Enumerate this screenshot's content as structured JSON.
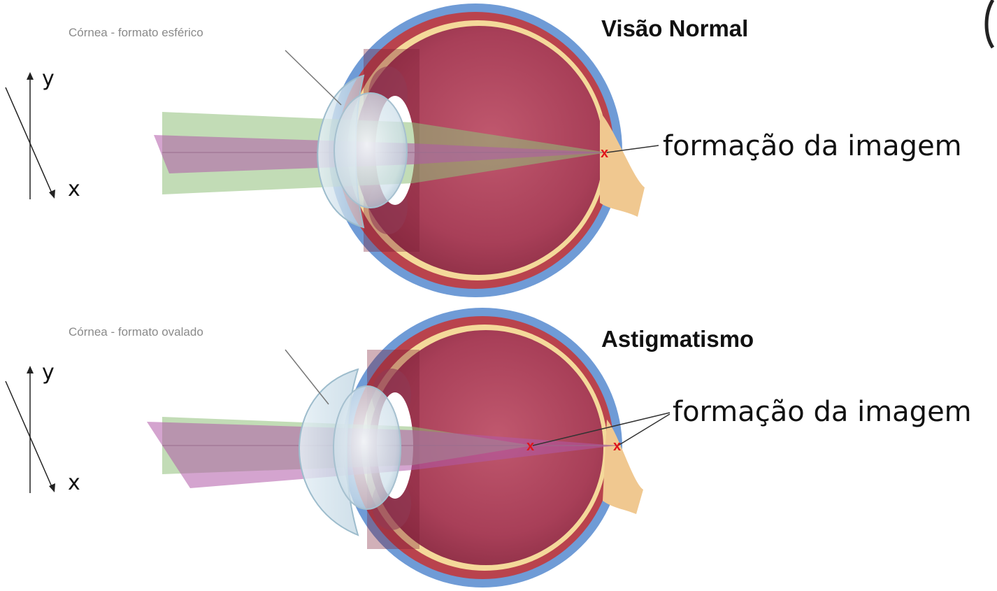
{
  "panels": [
    {
      "title": "Visão Normal",
      "cornea_label": "Córnea - formato esférico",
      "image_formation_label": "formação da imagem",
      "focus_points": 1
    },
    {
      "title": "Astigmatismo",
      "cornea_label": "Córnea - formato ovalado",
      "image_formation_label": "formação da imagem",
      "focus_points": 2
    }
  ],
  "axes": {
    "x_label": "x",
    "y_label": "y"
  },
  "focus_marker": "x",
  "colors": {
    "sclera": "#7fa4d8",
    "choroid": "#b6474f",
    "vitreous": "#a53a55",
    "retina_band": "#f4d99a",
    "optic_nerve": "#f0c890",
    "green_beam": "#8fbf7a",
    "purple_beam": "#b05aa8",
    "focus_mark": "#e0151b"
  }
}
